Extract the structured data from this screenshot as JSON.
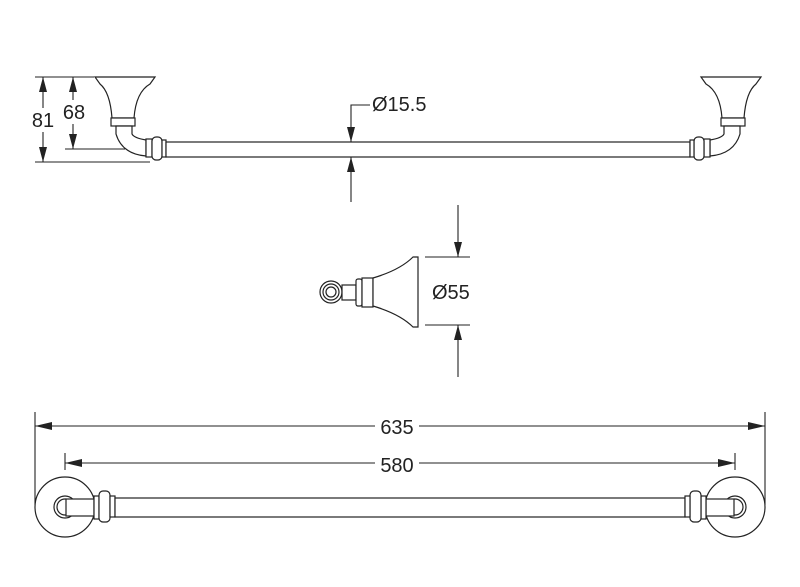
{
  "drawing": {
    "front_view": {
      "overall_height": "81",
      "bracket_height": "68",
      "bar_diameter": "Ø15.5"
    },
    "side_view": {
      "flange_diameter": "Ø55"
    },
    "top_view": {
      "overall_length": "635",
      "bar_length": "580"
    }
  }
}
